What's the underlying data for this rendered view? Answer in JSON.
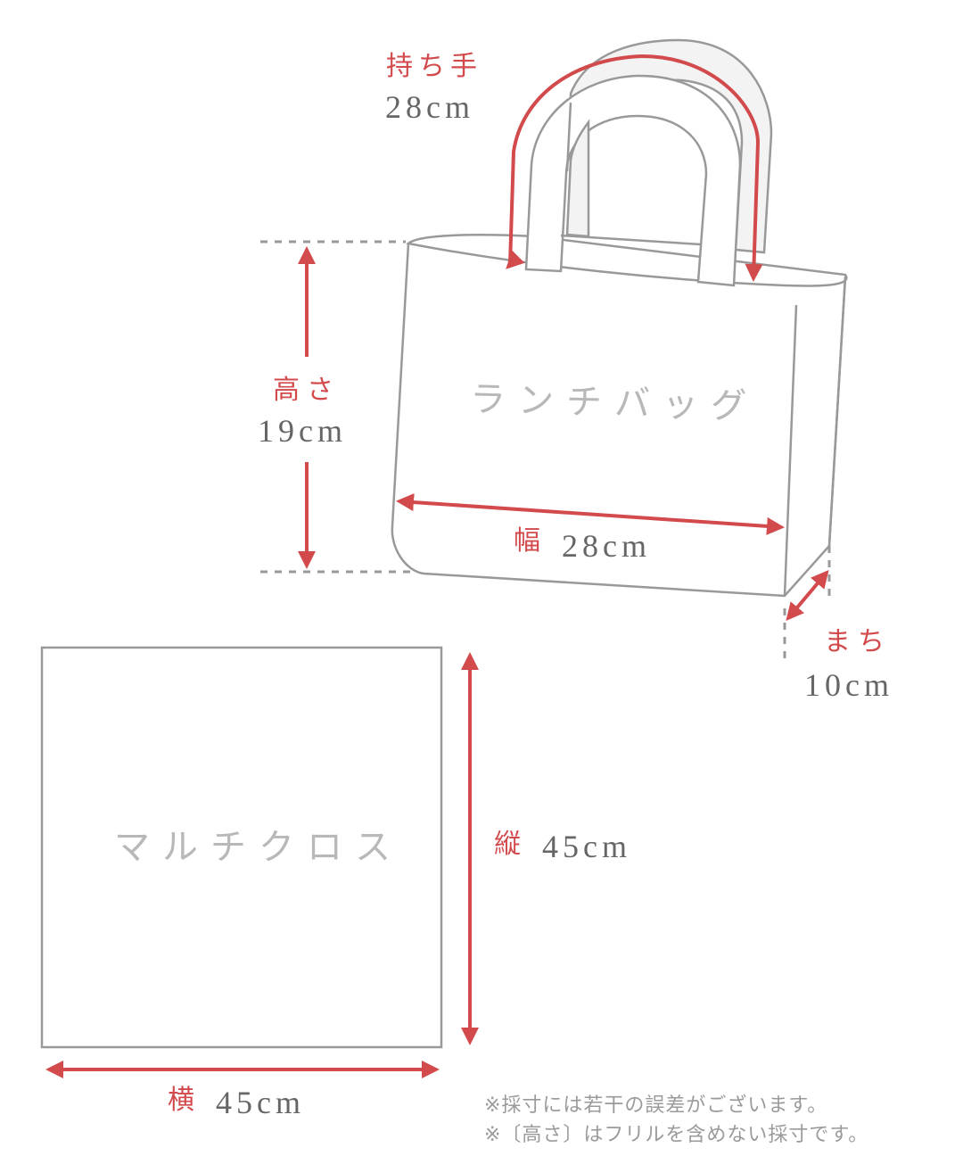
{
  "colors": {
    "accent_red": "#d24a4c",
    "outline_gray": "#999999",
    "dimension_text": "#666666",
    "item_name_text": "#b8b8b8",
    "handle_fill": "#f3f3f3"
  },
  "lunch_bag": {
    "name": "ランチバッグ",
    "handle": {
      "label": "持ち手",
      "value": "28cm"
    },
    "height": {
      "label": "高さ",
      "value": "19cm"
    },
    "width": {
      "label": "幅",
      "value": "28cm"
    },
    "gusset": {
      "label": "まち",
      "value": "10cm"
    }
  },
  "multi_cloth": {
    "name": "マルチクロス",
    "vertical": {
      "label": "縦",
      "value": "45cm"
    },
    "horizontal": {
      "label": "横",
      "value": "45cm"
    }
  },
  "notes": [
    "※採寸には若干の誤差がございます。",
    "※〔高さ〕はフリルを含めない採寸です。"
  ]
}
